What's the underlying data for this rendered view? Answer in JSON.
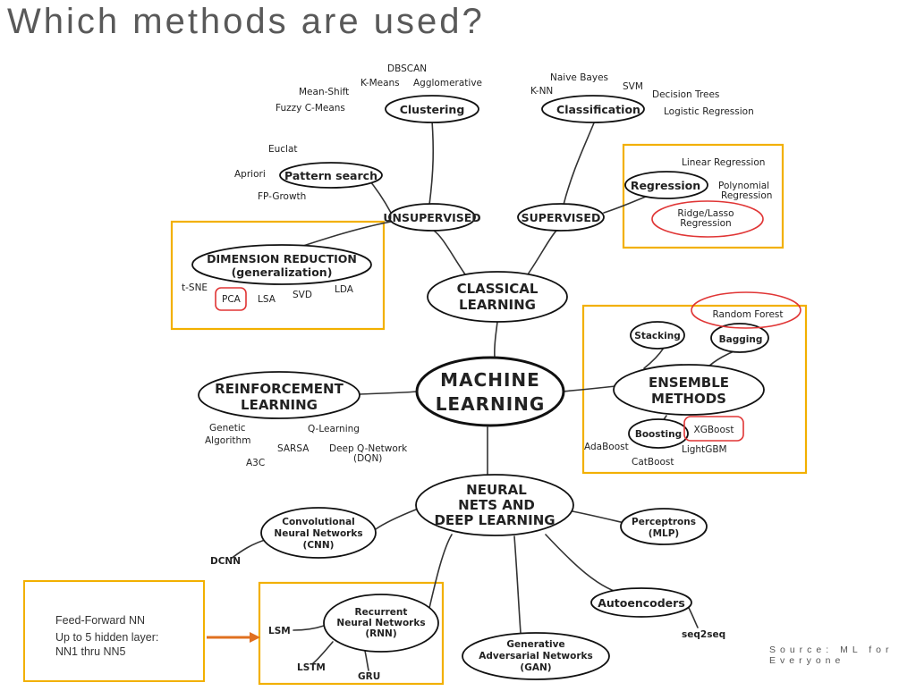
{
  "title": "Which methods are used?",
  "center": {
    "line1": "MACHINE",
    "line2": "LEARNING"
  },
  "classical": {
    "line1": "CLASSICAL",
    "line2": "LEARNING"
  },
  "unsupervised": {
    "label": "UNSUPERVISED",
    "clustering": {
      "label": "Clustering",
      "items": [
        "DBSCAN",
        "K-Means",
        "Agglomerative",
        "Mean-Shift",
        "Fuzzy C-Means"
      ]
    },
    "pattern_search": {
      "label": "Pattern search",
      "items": [
        "Euclat",
        "Apriori",
        "FP-Growth"
      ]
    },
    "dimension_reduction": {
      "line1": "DIMENSION REDUCTION",
      "line2": "(generalization)",
      "items": [
        "t-SNE",
        "PCA",
        "LSA",
        "SVD",
        "LDA"
      ]
    }
  },
  "supervised": {
    "label": "SUPERVISED",
    "classification": {
      "label": "Classification",
      "items": [
        "Naive Bayes",
        "SVM",
        "K-NN",
        "Decision Trees",
        "Logistic Regression"
      ]
    },
    "regression": {
      "label": "Regression",
      "items": [
        "Linear Regression",
        "Polynomial",
        "Regression",
        "Ridge/Lasso",
        "Regression"
      ]
    }
  },
  "ensemble": {
    "line1": "ENSEMBLE",
    "line2": "METHODS",
    "stacking": "Stacking",
    "bagging": "Bagging",
    "random_forest": "Random Forest",
    "boosting": "Boosting",
    "xgboost": "XGBoost",
    "items": [
      "AdaBoost",
      "LightGBM",
      "CatBoost"
    ]
  },
  "reinforcement": {
    "line1": "REINFORCEMENT",
    "line2": "LEARNING",
    "items": [
      "Genetic",
      "Algorithm",
      "Q-Learning",
      "SARSA",
      "Deep Q-Network",
      "(DQN)",
      "A3C"
    ]
  },
  "neural": {
    "line1": "NEURAL",
    "line2": "NETS AND",
    "line3": "DEEP LEARNING",
    "cnn": {
      "line1": "Convolutional",
      "line2": "Neural Networks",
      "line3": "(CNN)",
      "child": "DCNN"
    },
    "perceptrons": {
      "line1": "Perceptrons",
      "line2": "(MLP)"
    },
    "rnn": {
      "line1": "Recurrent",
      "line2": "Neural Networks",
      "line3": "(RNN)",
      "children": [
        "LSM",
        "LSTM",
        "GRU"
      ]
    },
    "gan": {
      "line1": "Generative",
      "line2": "Adversarial Networks",
      "line3": "(GAN)"
    },
    "autoencoders": {
      "label": "Autoencoders",
      "child": "seq2seq"
    }
  },
  "note": {
    "line1": "Feed-Forward NN",
    "line2": "Up to 5 hidden layer:",
    "line3": "NN1 thru NN5"
  },
  "source": {
    "line1": "Source: ML for",
    "line2": "Everyone"
  },
  "colors": {
    "highlight_box": "#f2b000",
    "red_circle": "#e03535",
    "arrow": "#e07020",
    "title_text": "#595959"
  }
}
